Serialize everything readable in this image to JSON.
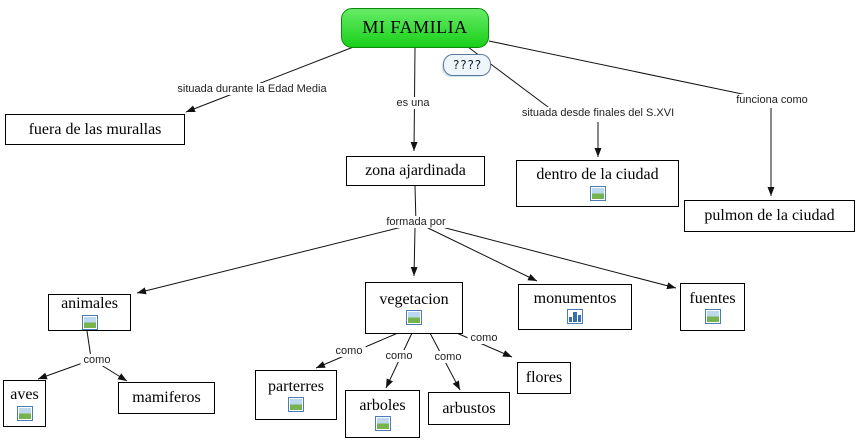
{
  "title": "MI FAMILIA",
  "annotation": "????",
  "concepts": {
    "fuera_murallas": "fuera de las murallas",
    "zona_ajardinada": "zona ajardinada",
    "dentro_ciudad": "dentro de la ciudad",
    "pulmon_ciudad": "pulmon de la ciudad",
    "animales": "animales",
    "vegetacion": "vegetacion",
    "monumentos": "monumentos",
    "fuentes": "fuentes",
    "aves": "aves",
    "mamiferos": "mamiferos",
    "parterres": "parterres",
    "arboles": "arboles",
    "arbustos": "arbustos",
    "flores": "flores"
  },
  "links": {
    "situada_medieval": "situada durante la Edad Media",
    "es_una": "es una",
    "situada_sxvi": "situada desde finales del S.XVI",
    "funciona_como": "funciona como",
    "formada_por": "formada por",
    "como_animales": "como",
    "como_parterres": "como",
    "como_arboles": "como",
    "como_arbustos": "como",
    "como_flores": "como"
  },
  "resource_icons": {
    "dentro_ciudad": "image",
    "animales": "image",
    "vegetacion": "image",
    "monumentos": "chart",
    "fuentes": "image",
    "aves": "image",
    "parterres": "image",
    "arboles": "image"
  },
  "colors": {
    "title_bg": "#2bd82b",
    "title_border": "#0c8a0c",
    "node_bg": "#ffffff",
    "node_border": "#000000",
    "line": "#111111",
    "icon_frame": "#4a7cb5"
  }
}
